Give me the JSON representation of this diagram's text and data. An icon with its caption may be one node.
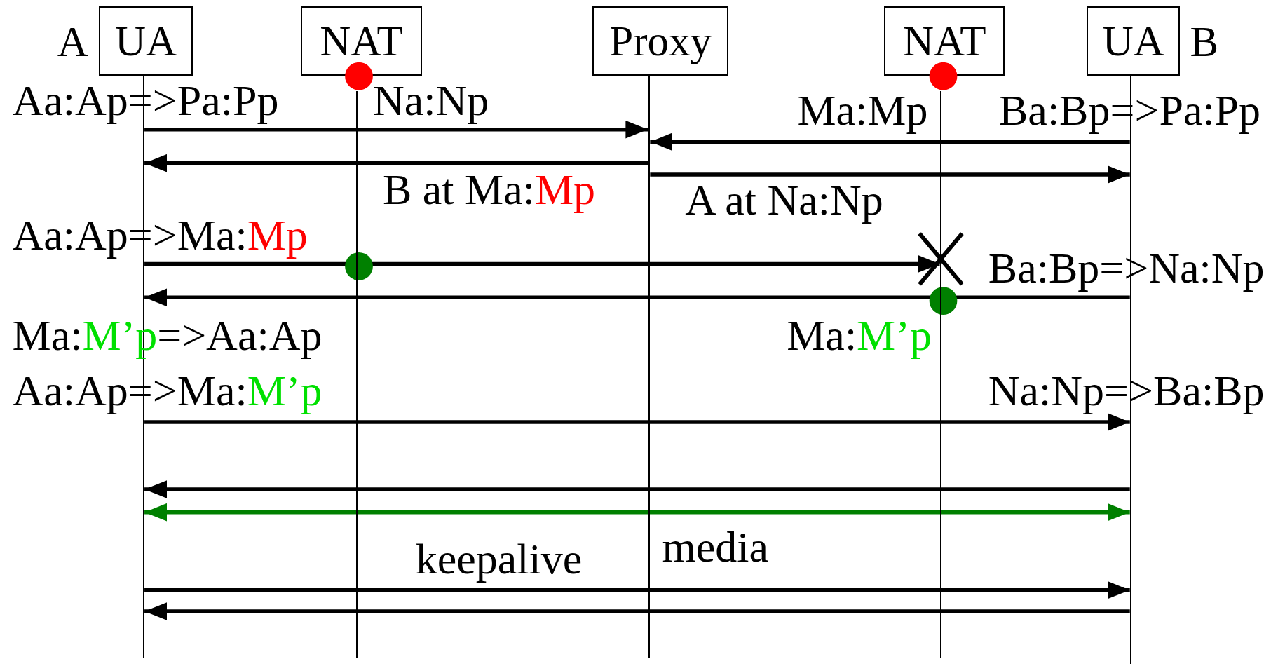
{
  "diagram": {
    "nodes": [
      {
        "text": [
          "UA"
        ],
        "beside": [
          "A"
        ]
      },
      {
        "text": [
          "NAT"
        ]
      },
      {
        "text": [
          "Proxy"
        ]
      },
      {
        "text": [
          "NAT"
        ]
      },
      {
        "text": [
          "UA"
        ],
        "beside": [
          "B"
        ]
      },
      {
        "text": [],
        "shape": "line"
      },
      {
        "text": [],
        "shape": "line"
      },
      {
        "text": [],
        "shape": "line"
      },
      {
        "text": [],
        "shape": "line"
      },
      {
        "text": [],
        "shape": "line"
      }
    ],
    "edges": [
      {
        "from": 5,
        "to": 7,
        "arrow": "to"
      },
      {
        "from": 9,
        "to": 7,
        "arrow": "to"
      },
      {
        "from": 7,
        "to": 5,
        "arrow": "to"
      },
      {
        "from": 7,
        "to": 9,
        "arrow": "to"
      },
      {
        "from": 5,
        "to": 8,
        "arrow": "to"
      },
      {
        "from": 9,
        "to": 5,
        "arrow": "to"
      },
      {
        "from": 5,
        "to": 9,
        "arrow": "to"
      },
      {
        "from": 9,
        "to": 5,
        "arrow": "to"
      },
      {
        "from": 5,
        "to": 9,
        "arrow": "both",
        "color": "#008000"
      },
      {
        "from": 5,
        "to": 9,
        "arrow": "to"
      },
      {
        "from": 9,
        "to": 5,
        "arrow": "to"
      }
    ],
    "labels": [
      "Aa:Ap=>Pa:Pp",
      "Na:Np",
      "Ma:Mp",
      "Ba:Bp=>Pa:Pp",
      "B at Ma:Mp",
      "A at Na:Np",
      "Aa:Ap=>Ma:Mp",
      "Ba:Bp=>Na:Np",
      "Ma:M’p=>Aa:Ap",
      "Ma:M’p",
      "Aa:Ap=>Ma:M’p",
      "Na:Np=>Ba:Bp",
      "keepalive",
      "media"
    ]
  }
}
